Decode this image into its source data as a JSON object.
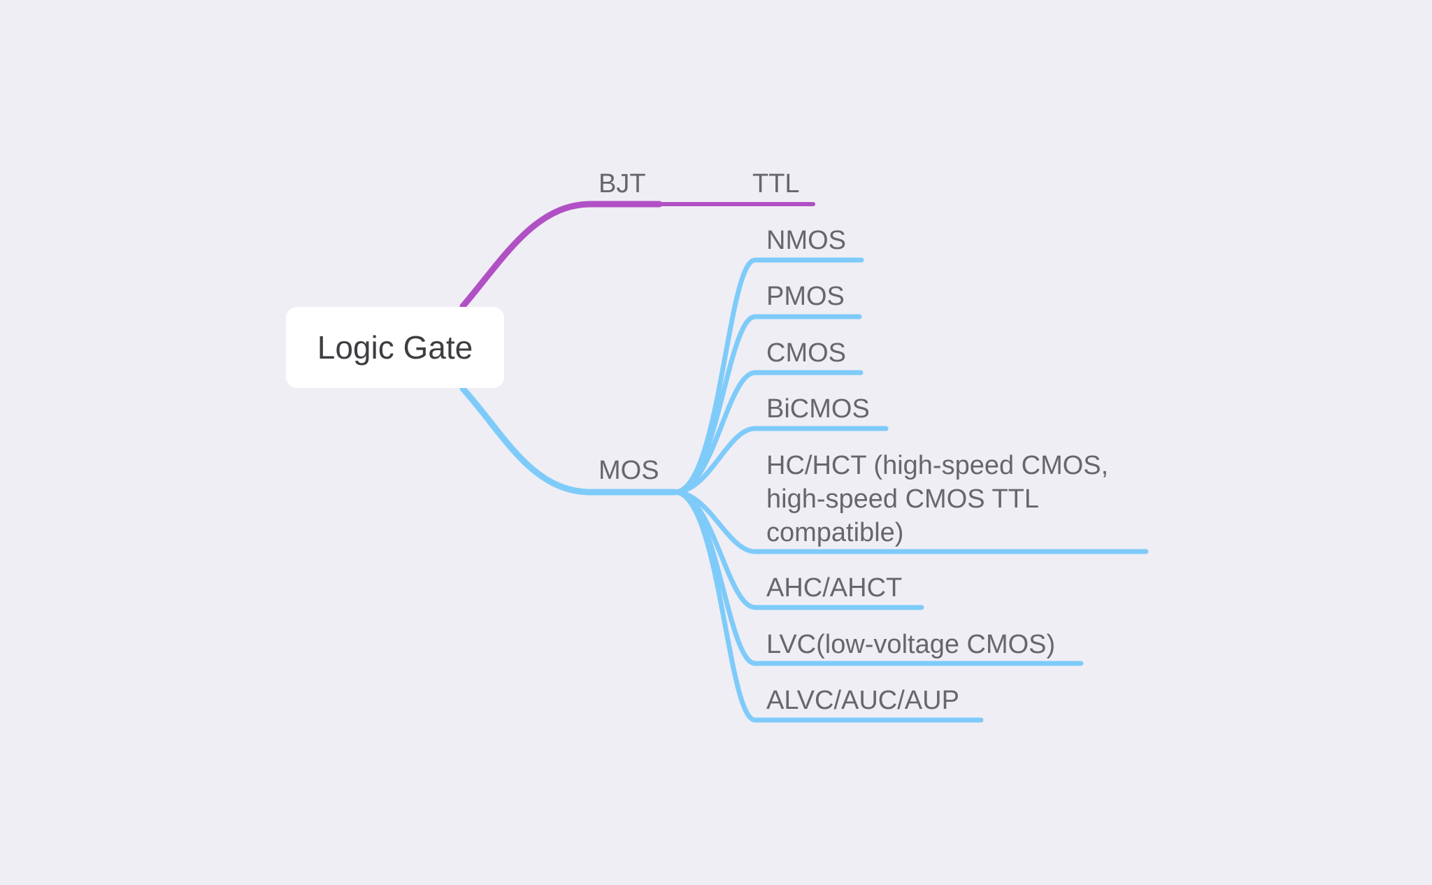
{
  "mindmap": {
    "root": {
      "label": "Logic Gate"
    },
    "branches": [
      {
        "label": "BJT",
        "color": "#b150c5",
        "children": [
          {
            "label": "TTL"
          }
        ]
      },
      {
        "label": "MOS",
        "color": "#7ecbfa",
        "children": [
          {
            "label": "NMOS"
          },
          {
            "label": "PMOS"
          },
          {
            "label": "CMOS"
          },
          {
            "label": "BiCMOS"
          },
          {
            "label": "HC/HCT (high-speed CMOS, high-speed CMOS TTL compatible)"
          },
          {
            "label": "AHC/AHCT"
          },
          {
            "label": "LVC(low-voltage CMOS)"
          },
          {
            "label": "ALVC/AUC/AUP"
          }
        ]
      }
    ],
    "background_color": "#efeef4"
  }
}
